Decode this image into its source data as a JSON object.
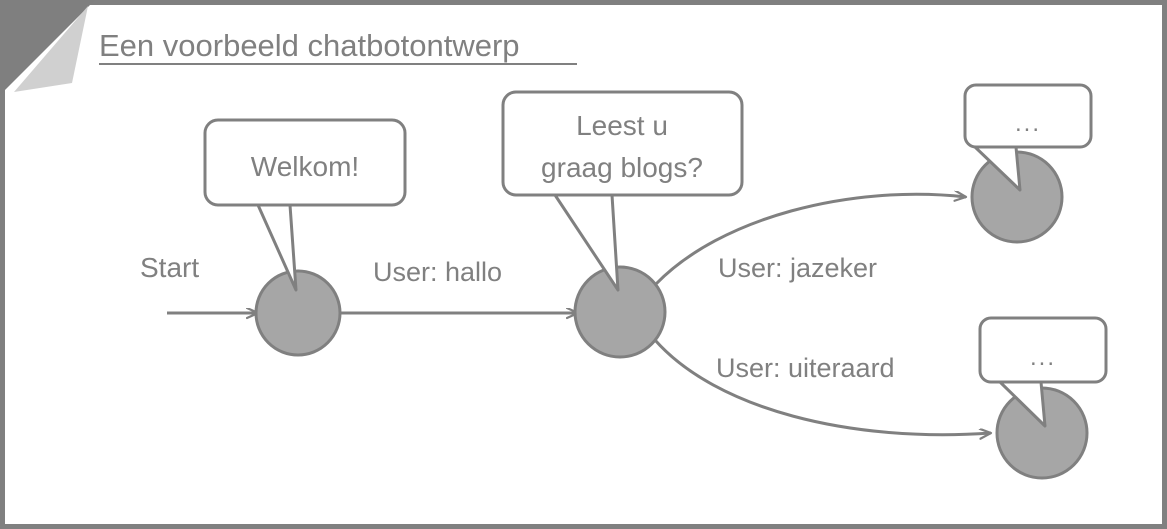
{
  "page": {
    "title": "Een voorbeeld chatbotontwerp",
    "frame_color": "#808080",
    "background_color": "#ffffff",
    "fold_dark_color": "#7f7f7f",
    "fold_light_color": "#d0d0d0"
  },
  "theme": {
    "stroke": "#808080",
    "node_fill": "#a6a6a6",
    "text": "#808080",
    "bubble_fill": "#ffffff"
  },
  "diagram": {
    "start_label": "Start",
    "nodes": [
      {
        "id": "n1",
        "name": "bot-greeting-state"
      },
      {
        "id": "n2",
        "name": "bot-question-state"
      },
      {
        "id": "n3",
        "name": "bot-yes-branch-state"
      },
      {
        "id": "n4",
        "name": "bot-ofcourse-branch-state"
      }
    ],
    "edges": [
      {
        "id": "e0",
        "label": ""
      },
      {
        "id": "e1",
        "label": "User: hallo"
      },
      {
        "id": "e2",
        "label": "User: jazeker"
      },
      {
        "id": "e3",
        "label": "User: uiteraard"
      }
    ],
    "bubbles": [
      {
        "id": "b1",
        "lines": [
          "Welkom!"
        ]
      },
      {
        "id": "b2",
        "lines": [
          "Leest u",
          "graag blogs?"
        ]
      },
      {
        "id": "b3",
        "lines": [
          "..."
        ]
      },
      {
        "id": "b4",
        "lines": [
          "..."
        ]
      }
    ]
  }
}
